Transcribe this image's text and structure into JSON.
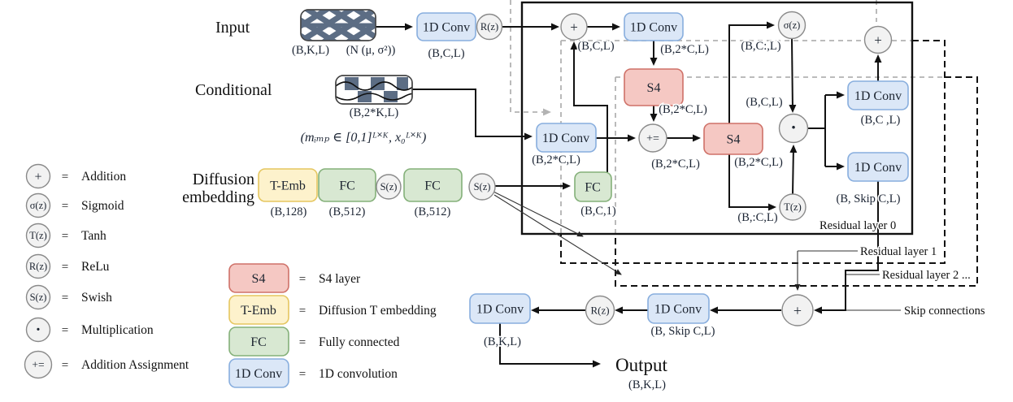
{
  "colors": {
    "blue_fill": "#dbe7f7",
    "blue_stroke": "#88aede",
    "red_fill": "#f5c8c3",
    "red_stroke": "#cf7168",
    "yellow_fill": "#fdf2cc",
    "yellow_stroke": "#e5c65f",
    "green_fill": "#d8e8d2",
    "green_stroke": "#84b079",
    "circle_fill": "#f2f2f2",
    "circle_stroke": "#8a8a8a"
  },
  "sections": {
    "input": "Input",
    "conditional": "Conditional",
    "diffusion_line1": "Diffusion",
    "diffusion_line2": "embedding",
    "output": "Output"
  },
  "blocks": {
    "conv": "1D Conv",
    "s4": "S4",
    "fc": "FC",
    "temb": "T-Emb"
  },
  "ops": {
    "add": "+",
    "add_assign": "+=",
    "mult": "·",
    "sigmoid": "σ(z)",
    "tanh": "T(z)",
    "relu": "R(z)",
    "swish": "S(z)"
  },
  "dims": {
    "bkl": "(B,K,L)",
    "gauss": "(N (μ, σ²))",
    "bcl": "(B,C,L)",
    "b2cl": "(B,2*C,L)",
    "b2kl": "(B,2*K,L)",
    "cond_formula": "(mᵢₘₚ ∈ [0,1]ᴸ˟ᴷ, x₀ᴸ˟ᴷ)",
    "b128": "(B,128)",
    "b512": "(B,512)",
    "bc1": "(B,C,1)",
    "bc_colon_l": "(B,C:,L)",
    "b_colon_cl": "(B,:C,L)",
    "bc_l": "(B,C ,L)",
    "b_skip_cl": "(B, Skip C,L)"
  },
  "annotations": {
    "residual0": "Residual layer 0",
    "residual1": "Residual layer 1",
    "residual2": "Residual layer 2 ...",
    "skip": "Skip connections"
  },
  "legend_ops": [
    {
      "symbol": "+",
      "name": "Addition"
    },
    {
      "symbol": "σ(z)",
      "name": "Sigmoid"
    },
    {
      "symbol": "T(z)",
      "name": "Tanh"
    },
    {
      "symbol": "R(z)",
      "name": "ReLu"
    },
    {
      "symbol": "S(z)",
      "name": "Swish"
    },
    {
      "symbol": "·",
      "name": "Multiplication"
    },
    {
      "symbol": "+=",
      "name": "Addition Assignment"
    }
  ],
  "legend_blocks": [
    {
      "label": "S4",
      "name": "S4 layer"
    },
    {
      "label": "T-Emb",
      "name": "Diffusion T embedding"
    },
    {
      "label": "FC",
      "name": "Fully connected"
    },
    {
      "label": "1D Conv",
      "name": "1D convolution"
    }
  ]
}
